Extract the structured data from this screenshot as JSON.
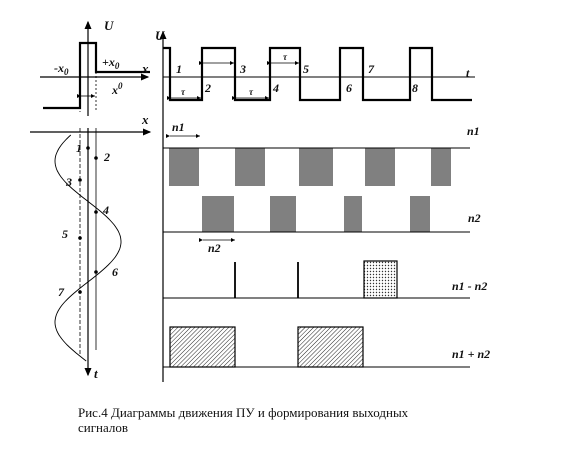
{
  "top_left": {
    "u_label": "U",
    "x_label": "x",
    "minus_x0": "-x",
    "minus_x0_sub": "0",
    "plus_x0": "+x",
    "plus_x0_sub": "0",
    "x0": "x",
    "x0_sup": "0"
  },
  "left_graph": {
    "x_label": "x",
    "t_label": "t",
    "points": [
      "1",
      "2",
      "3",
      "4",
      "5",
      "6",
      "7"
    ]
  },
  "square": {
    "u_label": "U",
    "t_label": "t",
    "numbers": [
      "1",
      "2",
      "3",
      "4",
      "5",
      "6",
      "7",
      "8"
    ],
    "tau": "τ"
  },
  "rows": {
    "n1": "n1",
    "n2": "n2",
    "n1_minus_n2": "n1 - n2",
    "n1_plus_n2": "n1 + n2",
    "n1_marker": "n1",
    "n2_marker": "n2"
  },
  "caption": {
    "line1": "Рис.4 Диаграммы движения ПУ и формирования выходных",
    "line2": "сигналов"
  }
}
